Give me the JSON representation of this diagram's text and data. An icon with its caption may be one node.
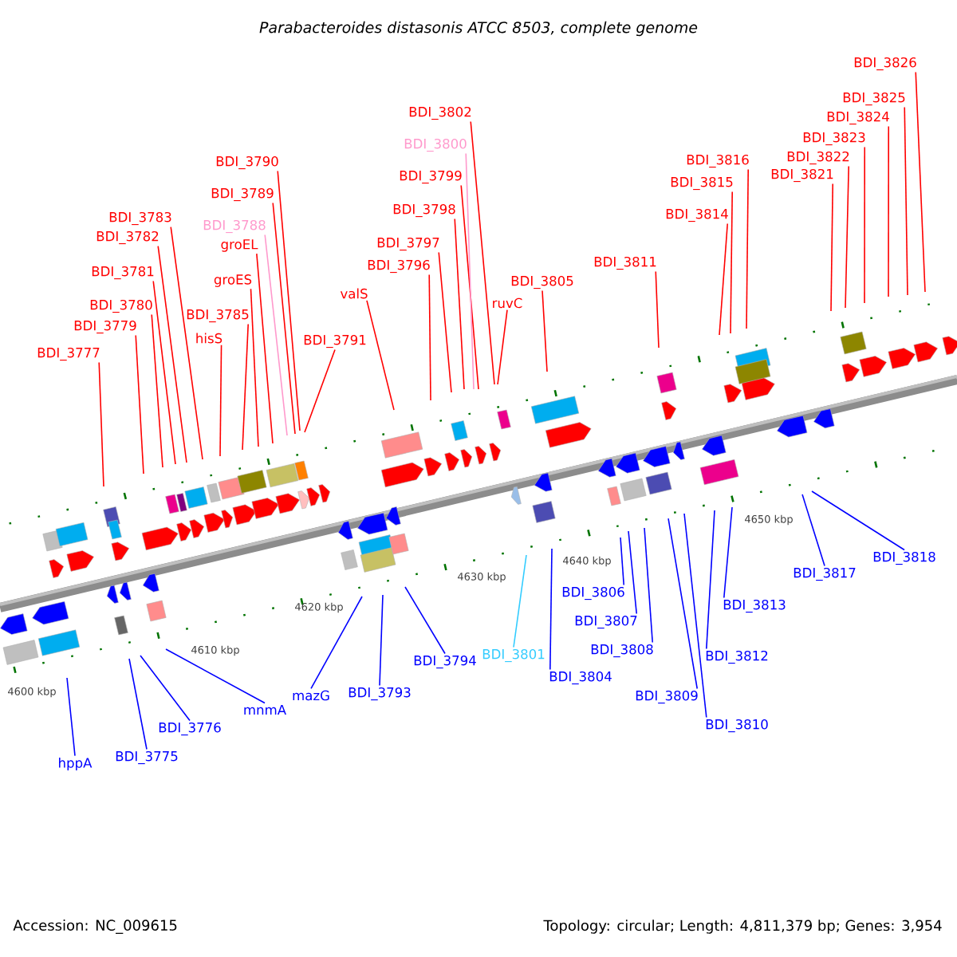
{
  "diagram": {
    "title": "Parabacteroides distasonis ATCC 8503, complete genome",
    "nodes": [
      {
        "text": [
          "BDI_3777"
        ]
      },
      {
        "text": [
          "BDI_3779"
        ]
      },
      {
        "text": [
          "BDI_3780"
        ]
      },
      {
        "text": [
          "BDI_3781"
        ]
      },
      {
        "text": [
          "BDI_3782"
        ]
      },
      {
        "text": [
          "BDI_3783"
        ]
      },
      {
        "text": [
          "hisS"
        ]
      },
      {
        "text": [
          "BDI_3785"
        ]
      },
      {
        "text": [
          "groES"
        ]
      },
      {
        "text": [
          "groEL"
        ]
      },
      {
        "text": [
          "BDI_3788"
        ]
      },
      {
        "text": [
          "BDI_3789"
        ]
      },
      {
        "text": [
          "BDI_3790"
        ]
      },
      {
        "text": [
          "BDI_3791"
        ]
      },
      {
        "text": [
          "valS"
        ]
      },
      {
        "text": [
          "BDI_3796"
        ]
      },
      {
        "text": [
          "BDI_3797"
        ]
      },
      {
        "text": [
          "BDI_3798"
        ]
      },
      {
        "text": [
          "BDI_3799"
        ]
      },
      {
        "text": [
          "BDI_3800"
        ]
      },
      {
        "text": [
          "BDI_3802"
        ]
      },
      {
        "text": [
          "ruvC"
        ]
      },
      {
        "text": [
          "BDI_3805"
        ]
      },
      {
        "text": [
          "BDI_3811"
        ]
      },
      {
        "text": [
          "BDI_3814"
        ]
      },
      {
        "text": [
          "BDI_3815"
        ]
      },
      {
        "text": [
          "BDI_3816"
        ]
      },
      {
        "text": [
          "BDI_3821"
        ]
      },
      {
        "text": [
          "BDI_3822"
        ]
      },
      {
        "text": [
          "BDI_3823"
        ]
      },
      {
        "text": [
          "BDI_3824"
        ]
      },
      {
        "text": [
          "BDI_3825"
        ]
      },
      {
        "text": [
          "BDI_3826"
        ]
      },
      {
        "text": [
          "hppA"
        ]
      },
      {
        "text": [
          "BDI_3775"
        ]
      },
      {
        "text": [
          "BDI_3776"
        ]
      },
      {
        "text": [
          "mnmA"
        ]
      },
      {
        "text": [
          "mazG"
        ]
      },
      {
        "text": [
          "BDI_3793"
        ]
      },
      {
        "text": [
          "BDI_3794"
        ]
      },
      {
        "text": [
          "BDI_3801"
        ]
      },
      {
        "text": [
          "BDI_3804"
        ]
      },
      {
        "text": [
          "BDI_3806"
        ]
      },
      {
        "text": [
          "BDI_3807"
        ]
      },
      {
        "text": [
          "BDI_3808"
        ]
      },
      {
        "text": [
          "BDI_3809"
        ]
      },
      {
        "text": [
          "BDI_3810"
        ]
      },
      {
        "text": [
          "BDI_3812"
        ]
      },
      {
        "text": [
          "BDI_3813"
        ]
      },
      {
        "text": [
          "BDI_3817"
        ]
      },
      {
        "text": [
          "BDI_3818"
        ]
      }
    ],
    "edges": [
      {
        "from": 0,
        "to": null,
        "arrow": "none"
      },
      {
        "from": 1,
        "to": null,
        "arrow": "none"
      },
      {
        "from": 2,
        "to": null,
        "arrow": "none"
      },
      {
        "from": 3,
        "to": null,
        "arrow": "none"
      },
      {
        "from": 4,
        "to": null,
        "arrow": "none"
      },
      {
        "from": 5,
        "to": null,
        "arrow": "none"
      },
      {
        "from": 6,
        "to": null,
        "arrow": "none"
      },
      {
        "from": 7,
        "to": null,
        "arrow": "none"
      },
      {
        "from": 8,
        "to": null,
        "arrow": "none"
      },
      {
        "from": 9,
        "to": null,
        "arrow": "none"
      },
      {
        "from": 10,
        "to": null,
        "arrow": "none",
        "color": "#ff99cc"
      },
      {
        "from": 11,
        "to": null,
        "arrow": "none"
      },
      {
        "from": 12,
        "to": null,
        "arrow": "none"
      },
      {
        "from": 13,
        "to": null,
        "arrow": "none"
      },
      {
        "from": 14,
        "to": null,
        "arrow": "none"
      },
      {
        "from": 15,
        "to": null,
        "arrow": "none"
      },
      {
        "from": 16,
        "to": null,
        "arrow": "none"
      },
      {
        "from": 17,
        "to": null,
        "arrow": "none"
      },
      {
        "from": 18,
        "to": null,
        "arrow": "none"
      },
      {
        "from": 19,
        "to": null,
        "arrow": "none",
        "color": "#ff99cc"
      },
      {
        "from": 20,
        "to": null,
        "arrow": "none"
      },
      {
        "from": 21,
        "to": null,
        "arrow": "none"
      },
      {
        "from": 22,
        "to": null,
        "arrow": "none"
      },
      {
        "from": 23,
        "to": null,
        "arrow": "none"
      },
      {
        "from": 24,
        "to": null,
        "arrow": "none"
      },
      {
        "from": 25,
        "to": null,
        "arrow": "none"
      },
      {
        "from": 26,
        "to": null,
        "arrow": "none"
      },
      {
        "from": 27,
        "to": null,
        "arrow": "none"
      },
      {
        "from": 28,
        "to": null,
        "arrow": "none"
      },
      {
        "from": 29,
        "to": null,
        "arrow": "none"
      },
      {
        "from": 30,
        "to": null,
        "arrow": "none"
      },
      {
        "from": 31,
        "to": null,
        "arrow": "none"
      },
      {
        "from": 32,
        "to": null,
        "arrow": "none"
      },
      {
        "from": 33,
        "to": null,
        "arrow": "none",
        "color": "#0000ff"
      },
      {
        "from": 34,
        "to": null,
        "arrow": "none",
        "color": "#0000ff"
      },
      {
        "from": 35,
        "to": null,
        "arrow": "none",
        "color": "#0000ff"
      },
      {
        "from": 36,
        "to": null,
        "arrow": "none",
        "color": "#0000ff"
      },
      {
        "from": 37,
        "to": null,
        "arrow": "none",
        "color": "#0000ff"
      },
      {
        "from": 38,
        "to": null,
        "arrow": "none",
        "color": "#0000ff"
      },
      {
        "from": 39,
        "to": null,
        "arrow": "none",
        "color": "#0000ff"
      },
      {
        "from": 40,
        "to": null,
        "arrow": "none",
        "color": "#33ccff"
      },
      {
        "from": 41,
        "to": null,
        "arrow": "none",
        "color": "#0000ff"
      },
      {
        "from": 42,
        "to": null,
        "arrow": "none",
        "color": "#0000ff"
      },
      {
        "from": 43,
        "to": null,
        "arrow": "none",
        "color": "#0000ff"
      },
      {
        "from": 44,
        "to": null,
        "arrow": "none",
        "color": "#0000ff"
      },
      {
        "from": 45,
        "to": null,
        "arrow": "none",
        "color": "#0000ff"
      },
      {
        "from": 46,
        "to": null,
        "arrow": "none",
        "color": "#0000ff"
      },
      {
        "from": 47,
        "to": null,
        "arrow": "none",
        "color": "#0000ff"
      },
      {
        "from": 48,
        "to": null,
        "arrow": "none",
        "color": "#0000ff"
      },
      {
        "from": 49,
        "to": null,
        "arrow": "none",
        "color": "#0000ff"
      },
      {
        "from": 50,
        "to": null,
        "arrow": "none",
        "color": "#0000ff"
      }
    ],
    "labels": [
      "4600 kbp",
      "4610 kbp",
      "4620 kbp",
      "4630 kbp",
      "4640 kbp",
      "4650 kbp",
      "Accession: NC_009615",
      "Topology: circular; Length: 4,811,379 bp; Genes: 3,954"
    ]
  }
}
